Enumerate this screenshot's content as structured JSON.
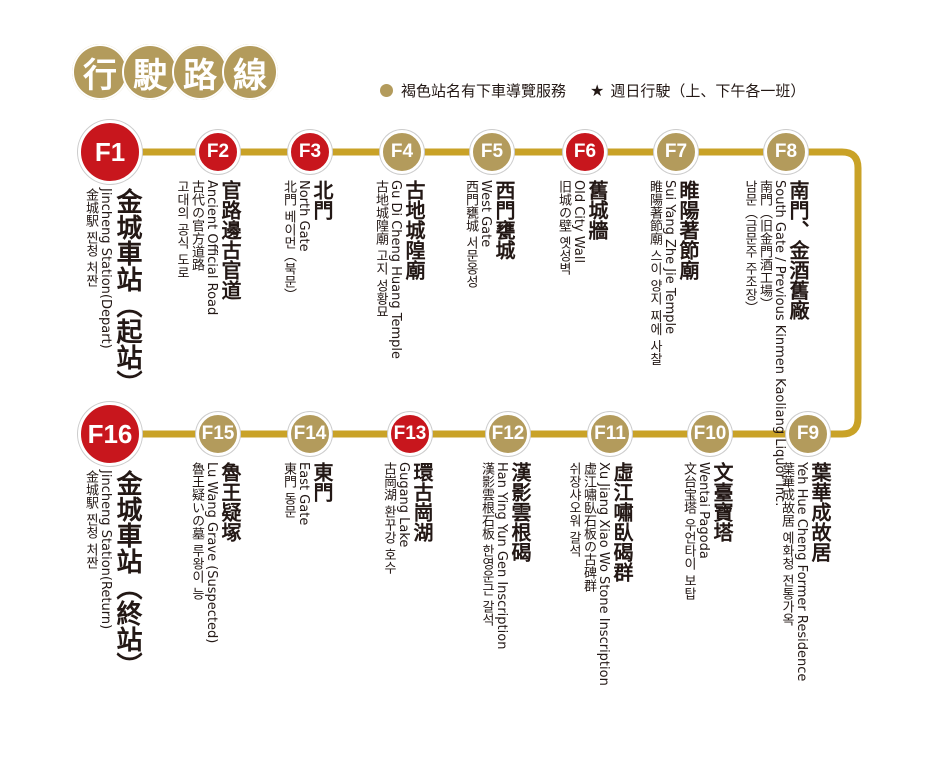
{
  "header": {
    "title_chars": [
      "行",
      "駛",
      "路",
      "線"
    ],
    "legend_dot_text": "褐色站名有下車導覽服務",
    "legend_star": "★",
    "legend_star_text": "週日行駛（上、下午各一班）",
    "colors": {
      "red": "#c8161d",
      "gold": "#b39b5c",
      "line": "#c9a227"
    }
  },
  "stations": [
    {
      "code": "F1",
      "style": "red",
      "size": "big",
      "lines": [
        "金城車站（起站）",
        "Jincheng Station(Depart)",
        "金城駅 찐청 처짠"
      ]
    },
    {
      "code": "F2",
      "style": "red",
      "size": "small",
      "lines": [
        "官路邊古官道",
        "Ancient Official Road",
        "古代の官方道路",
        "고대의 공식 도로"
      ]
    },
    {
      "code": "F3",
      "style": "red",
      "size": "small",
      "lines": [
        "北門",
        "North Gate",
        "北門 베이먼（북문）"
      ]
    },
    {
      "code": "F4",
      "style": "gold",
      "size": "small",
      "lines": [
        "古地城隍廟",
        "Gu Di Cheng Huang Temple",
        "古地城隍廟 고지 성황묘"
      ]
    },
    {
      "code": "F5",
      "style": "gold",
      "size": "small",
      "lines": [
        "西門甕城",
        "West Gate",
        "西門甕城 서문옹성"
      ]
    },
    {
      "code": "F6",
      "style": "red",
      "size": "small",
      "lines": [
        "舊城牆",
        "Old City Wall",
        "旧城の壁 옛성벽"
      ]
    },
    {
      "code": "F7",
      "style": "gold",
      "size": "small",
      "lines": [
        "睢陽著節廟",
        "Sui Yang Zhe Jie Temple",
        "睢陽著節廟 스이 양지 찌에 사찰"
      ]
    },
    {
      "code": "F8",
      "style": "gold",
      "size": "small",
      "lines": [
        "南門、金酒舊廠",
        "South Gate / Previous Kinmen Kaoliang Liquor Inc.",
        "南門（旧金門酒工場）",
        "남문（금문주 주조장）"
      ]
    },
    {
      "code": "F9",
      "style": "gold",
      "size": "small",
      "lines": [
        "葉華成故居",
        "Yeh Hue Cheng Former Residence",
        "葉華成故居 예화청 전통가옥"
      ]
    },
    {
      "code": "F10",
      "style": "gold",
      "size": "small",
      "lines": [
        "文臺寶塔",
        "Wentai Pagoda",
        "文台宝塔 우언타이 보탑"
      ]
    },
    {
      "code": "F11",
      "style": "gold",
      "size": "small",
      "lines": [
        "虛江嘯臥碣群",
        "Xu Jiang Xiao Wo Stone Inscription",
        "虚江嘯臥石板の古碑群",
        "쉬장샤오워 갈석"
      ]
    },
    {
      "code": "F12",
      "style": "gold",
      "size": "small",
      "lines": [
        "漢影雲根碣",
        "Han Ying Yun Gen Inscription",
        "漢影雲根石板 한영운근 갈석"
      ]
    },
    {
      "code": "F13",
      "style": "red",
      "size": "small",
      "lines": [
        "環古崗湖",
        "Gugang Lake",
        "古崗湖 환꾸강 호수"
      ]
    },
    {
      "code": "F14",
      "style": "gold",
      "size": "small",
      "lines": [
        "東門",
        "East Gate",
        "東門 동문"
      ]
    },
    {
      "code": "F15",
      "style": "gold",
      "size": "small",
      "lines": [
        "魯王疑塚",
        "Lu Wang Grave (Suspected)",
        "魯王疑いの墓 루왕이 능"
      ]
    },
    {
      "code": "F16",
      "style": "red",
      "size": "big",
      "lines": [
        "金城車站（終站）",
        "Jincheng Station(Return)",
        "金城駅 찐청 처짠"
      ]
    }
  ]
}
